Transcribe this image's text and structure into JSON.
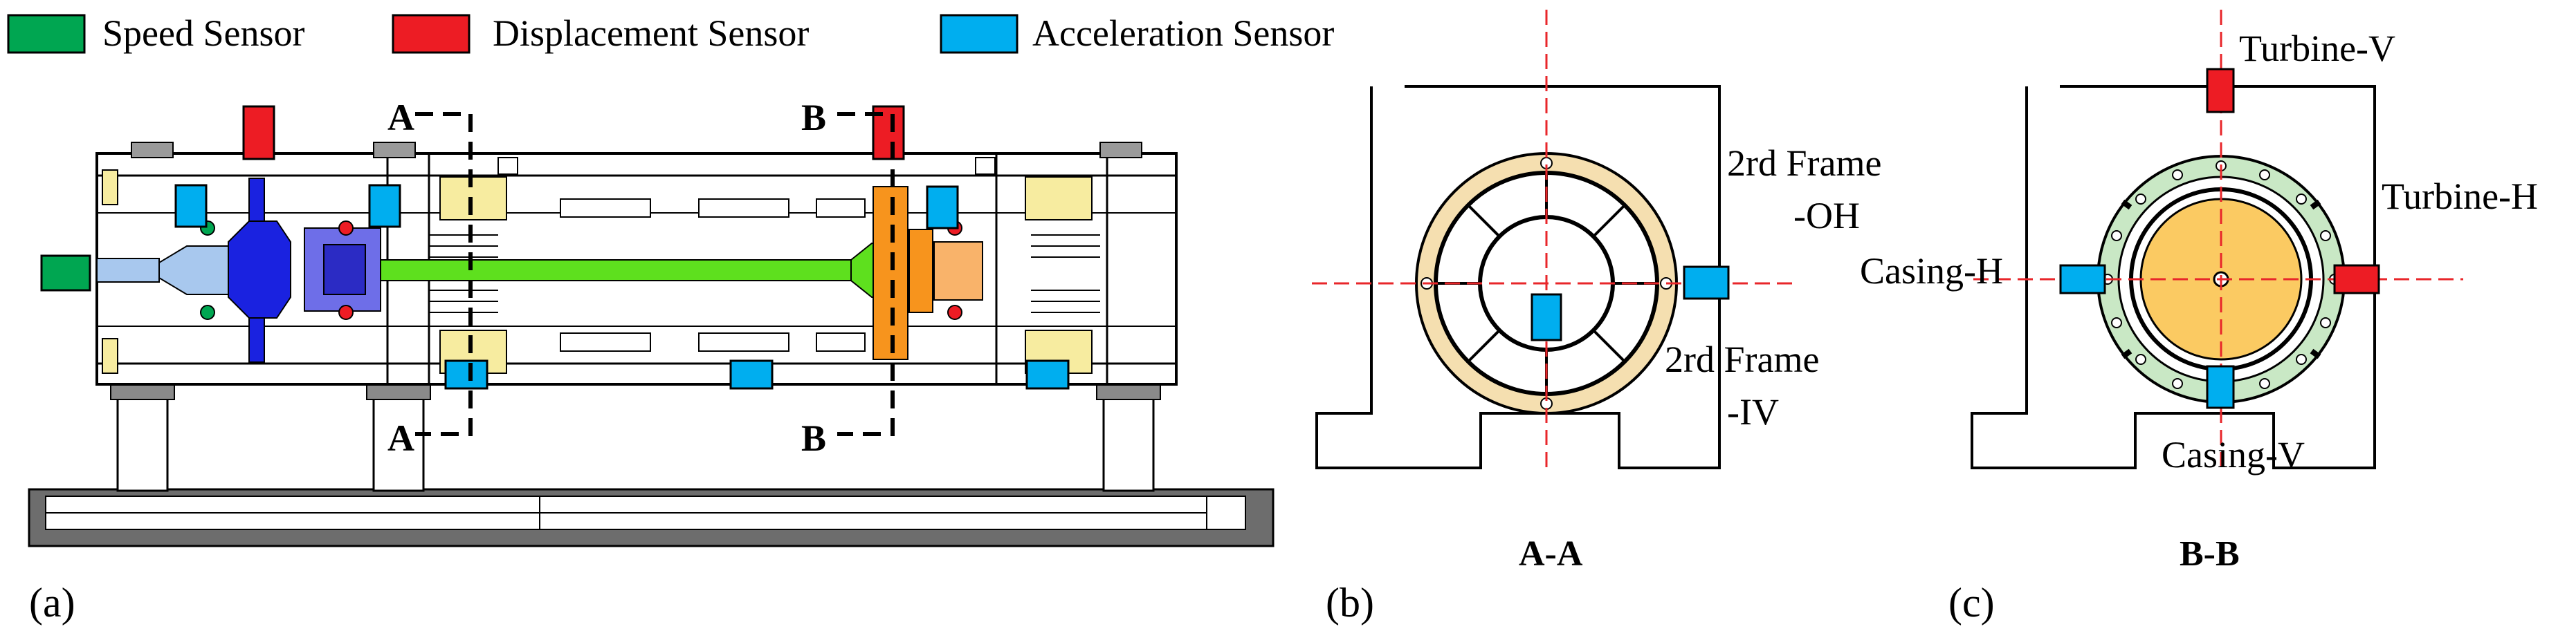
{
  "legend": {
    "items": [
      {
        "label": "Speed Sensor",
        "color": "#00a651"
      },
      {
        "label": "Displacement Sensor",
        "color": "#ed1c24"
      },
      {
        "label": "Acceleration Sensor",
        "color": "#00aeef"
      }
    ]
  },
  "panel_a": {
    "label": "(a)",
    "section_a_top": "A",
    "section_a_bottom": "A",
    "section_b_top": "B",
    "section_b_bottom": "B"
  },
  "panel_b": {
    "label": "(b)",
    "title": "A-A",
    "sensor_oh_line1": "2rd Frame",
    "sensor_oh_line2": "-OH",
    "sensor_iv_line1": "2rd Frame",
    "sensor_iv_line2": "-IV"
  },
  "panel_c": {
    "label": "(c)",
    "title": "B-B",
    "turbine_v": "Turbine-V",
    "turbine_h": "Turbine-H",
    "casing_h": "Casing-H",
    "casing_v": "Casing-V"
  },
  "colors": {
    "speed": "#00a651",
    "displacement": "#ed1c24",
    "acceleration": "#00aeef",
    "shaft": "#5ee01e",
    "disk_blue": "#1a22e0",
    "disk_orange": "#f7941d",
    "support_yellow": "#f7eca0",
    "frame_ring": "#f5dfb0",
    "casing_ring": "#c9e8c5",
    "turbine_disk": "#fbca62"
  }
}
